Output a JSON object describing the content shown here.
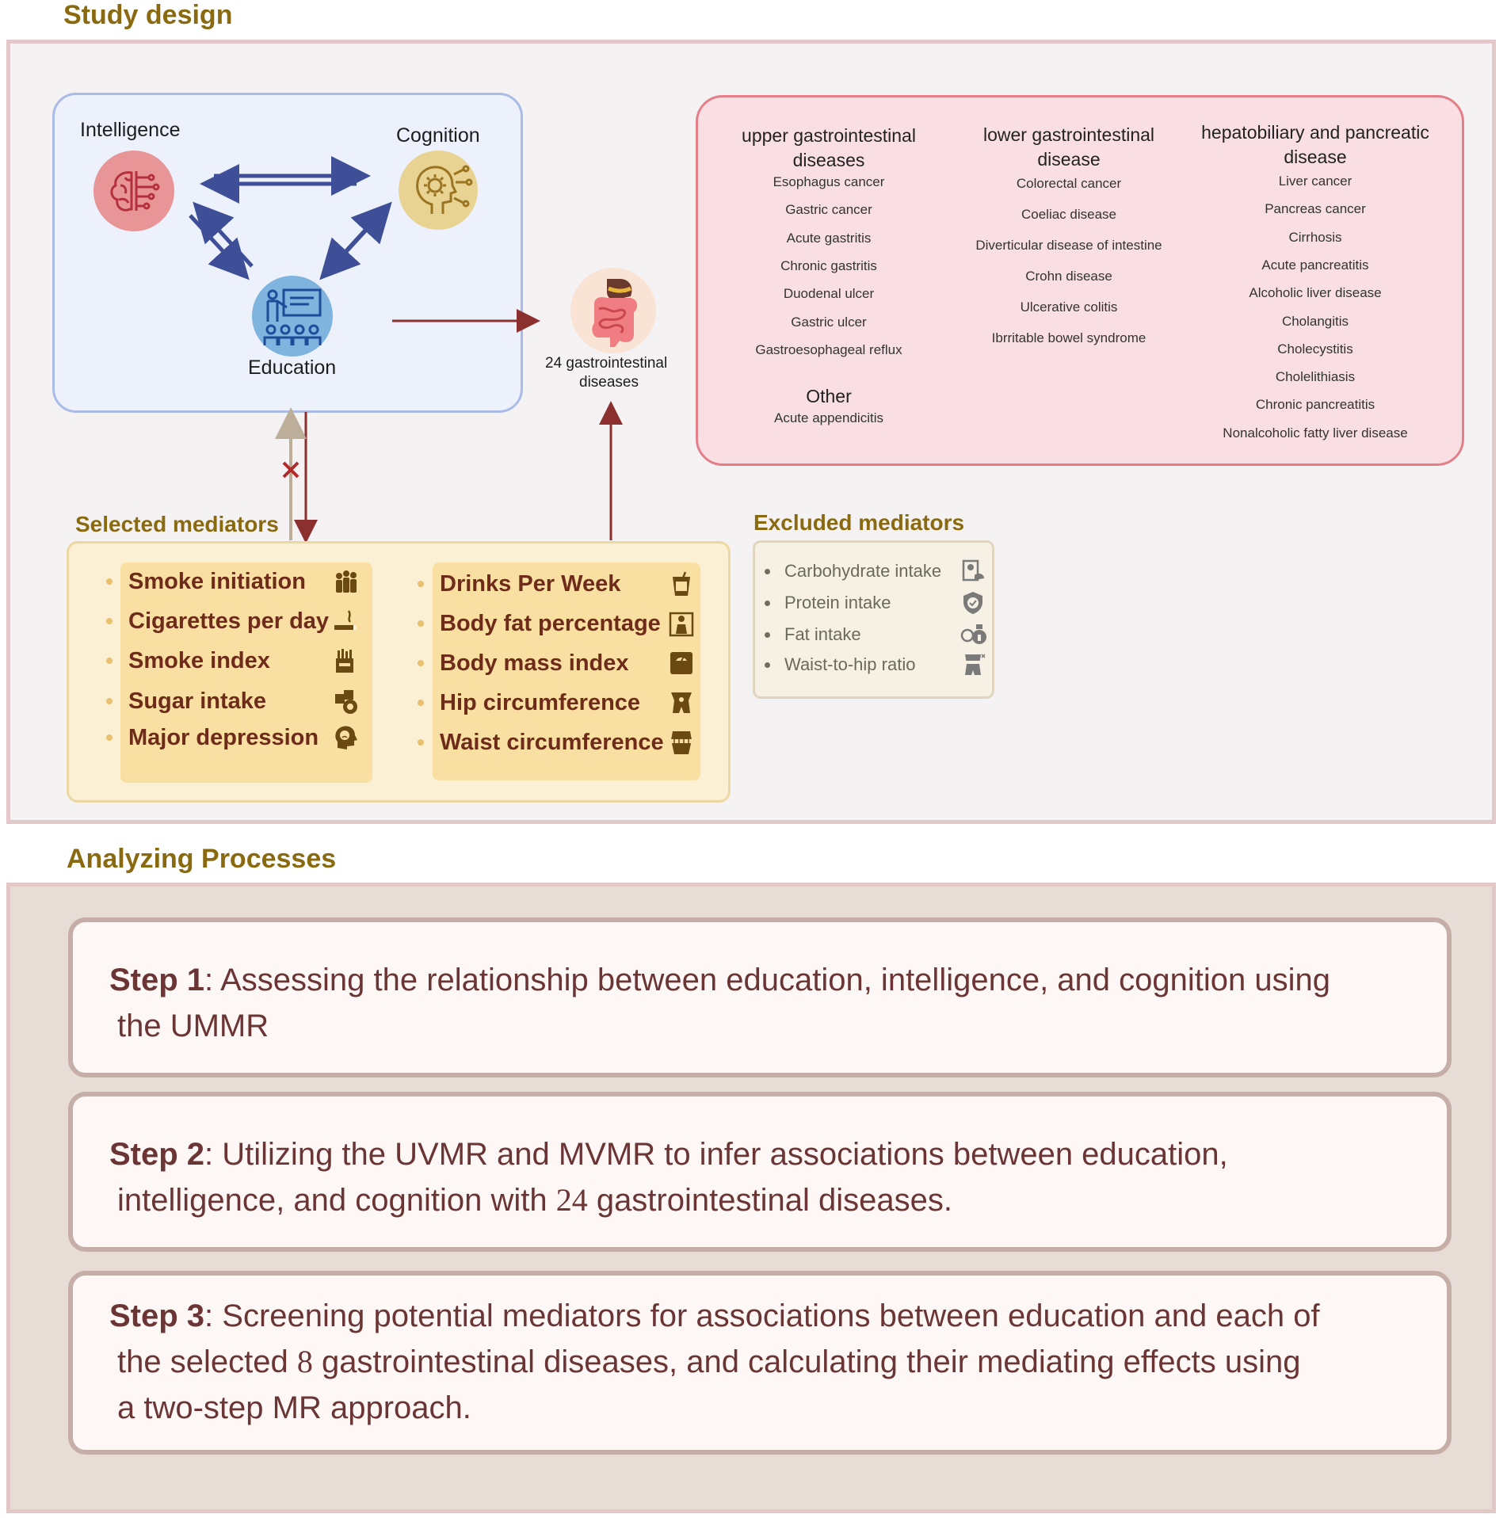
{
  "titles": {
    "study_design": "Study design",
    "analyzing": "Analyzing Processes"
  },
  "exposures": {
    "intelligence": "Intelligence",
    "cognition": "Cognition",
    "education": "Education"
  },
  "outcome": {
    "line1": "24 gastrointestinal",
    "line2": "diseases"
  },
  "disease_groups": {
    "upper": {
      "title_line1": "upper gastrointestinal",
      "title_line2": "diseases",
      "items": [
        "Esophagus cancer",
        "Gastric cancer",
        "Acute gastritis",
        "Chronic gastritis",
        "Duodenal ulcer",
        "Gastric ulcer",
        "Gastroesophageal reflux"
      ]
    },
    "other": {
      "title": "Other",
      "items": [
        "Acute appendicitis"
      ]
    },
    "lower": {
      "title_line1": "lower gastrointestinal",
      "title_line2": "disease",
      "items": [
        "Colorectal cancer",
        "Coeliac disease",
        "Diverticular disease of intestine",
        "Crohn disease",
        "Ulcerative colitis",
        "Ibrritable bowel syndrome"
      ]
    },
    "hepato": {
      "title_line1": "hepatobiliary and pancreatic",
      "title_line2": "disease",
      "items": [
        "Liver cancer",
        "Pancreas cancer",
        "Cirrhosis",
        "Acute pancreatitis",
        "Alcoholic liver disease",
        "Cholangitis",
        "Cholecystitis",
        "Cholelithiasis",
        "Chronic pancreatitis",
        "Nonalcoholic fatty liver disease"
      ]
    }
  },
  "selected_mediators": {
    "label": "Selected mediators",
    "left": [
      {
        "text": "Smoke initiation",
        "icon": "people-icon"
      },
      {
        "text": "Cigarettes per day",
        "icon": "cigarette-icon"
      },
      {
        "text": "Smoke index",
        "icon": "cigarette-pack-icon"
      },
      {
        "text": "Sugar intake",
        "icon": "sugar-cubes-icon"
      },
      {
        "text": "Major depression",
        "icon": "sad-head-icon"
      }
    ],
    "right": [
      {
        "text": "Drinks Per Week",
        "icon": "drink-glass-icon"
      },
      {
        "text": "Body fat percentage",
        "icon": "body-fat-icon"
      },
      {
        "text": "Body mass index",
        "icon": "scale-icon"
      },
      {
        "text": "Hip circumference",
        "icon": "hip-icon"
      },
      {
        "text": "Waist circumference",
        "icon": "waist-tape-icon"
      }
    ]
  },
  "excluded_mediators": {
    "label": "Excluded mediators",
    "items": [
      {
        "text": "Carbohydrate intake",
        "icon": "carbohydrate-icon"
      },
      {
        "text": "Protein intake",
        "icon": "protein-shield-icon"
      },
      {
        "text": "Fat intake",
        "icon": "fat-icon"
      },
      {
        "text": "Waist-to-hip ratio",
        "icon": "waist-hip-icon"
      }
    ]
  },
  "steps": [
    {
      "label": "Step 1",
      "text_a": ": Assessing the relationship between education, intelligence, and cognition using",
      "text_b": "the UMMR"
    },
    {
      "label": "Step 2",
      "text_a": ": Utilizing the UVMR and MVMR to infer associations between education,",
      "text_b1": "intelligence, and cognition with ",
      "num": "24",
      "text_b2": " gastrointestinal diseases."
    },
    {
      "label": "Step 3",
      "text_a": ": Screening potential mediators for associations between education and each of",
      "text_b1": "the selected ",
      "num": "8",
      "text_b2": " gastrointestinal diseases, and calculating their mediating effects  using",
      "text_c": "a two-step MR approach."
    }
  ],
  "colors": {
    "title_gold": "#8a6a10",
    "arrow_blue": "#3e4f98",
    "arrow_red": "#8c2f2f",
    "arrow_grey": "#bcae98",
    "outcome_border": "#e47f8a",
    "step_text": "#6c3535"
  }
}
